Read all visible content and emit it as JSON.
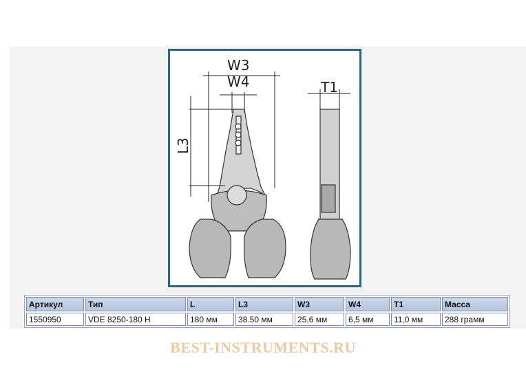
{
  "colors": {
    "frame": "#2d6677",
    "header_bg": "#c3d1e8",
    "watermark": "#f1c9a0"
  },
  "dimensions": {
    "w3": "W3",
    "w4": "W4",
    "l3": "L3",
    "t1": "T1"
  },
  "table": {
    "headers": [
      "Артикул",
      "Тип",
      "L",
      "L3",
      "W3",
      "W4",
      "T1",
      "Масса"
    ],
    "row": [
      "1550950",
      "VDE 8250-180 H",
      "180 мм",
      "38.50 мм",
      "25,6 мм",
      "6,5 мм",
      "11,0 мм",
      "288 грамм"
    ]
  },
  "watermark": "BEST-INSTRUMENTS.RU"
}
